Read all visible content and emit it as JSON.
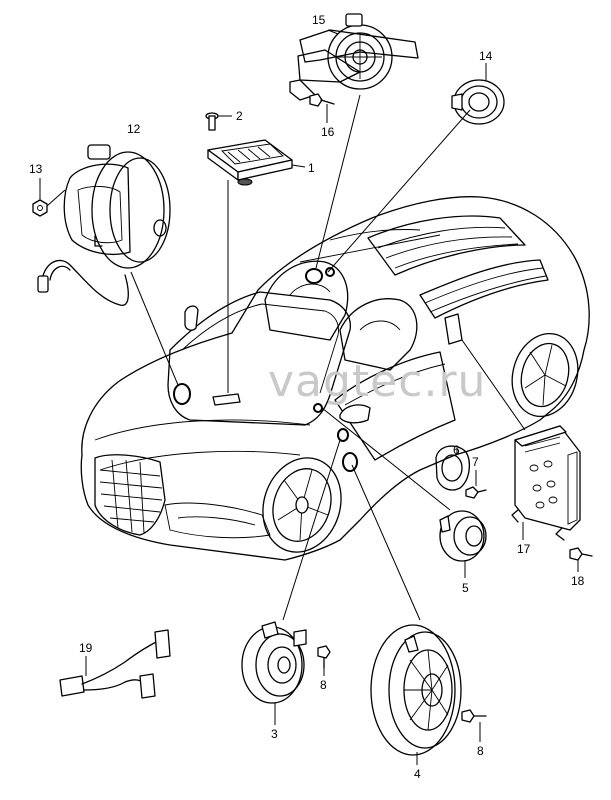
{
  "watermark": "vagtec.ru",
  "callouts": [
    {
      "id": "c1",
      "text": "1"
    },
    {
      "id": "c2",
      "text": "2"
    },
    {
      "id": "c3",
      "text": "3"
    },
    {
      "id": "c4",
      "text": "4"
    },
    {
      "id": "c5",
      "text": "5"
    },
    {
      "id": "c6",
      "text": "6"
    },
    {
      "id": "c7",
      "text": "7"
    },
    {
      "id": "c8a",
      "text": "8"
    },
    {
      "id": "c8b",
      "text": "8"
    },
    {
      "id": "c12",
      "text": "12"
    },
    {
      "id": "c13",
      "text": "13"
    },
    {
      "id": "c14",
      "text": "14"
    },
    {
      "id": "c15",
      "text": "15"
    },
    {
      "id": "c16",
      "text": "16"
    },
    {
      "id": "c17",
      "text": "17"
    },
    {
      "id": "c18",
      "text": "18"
    },
    {
      "id": "c19",
      "text": "19"
    }
  ]
}
